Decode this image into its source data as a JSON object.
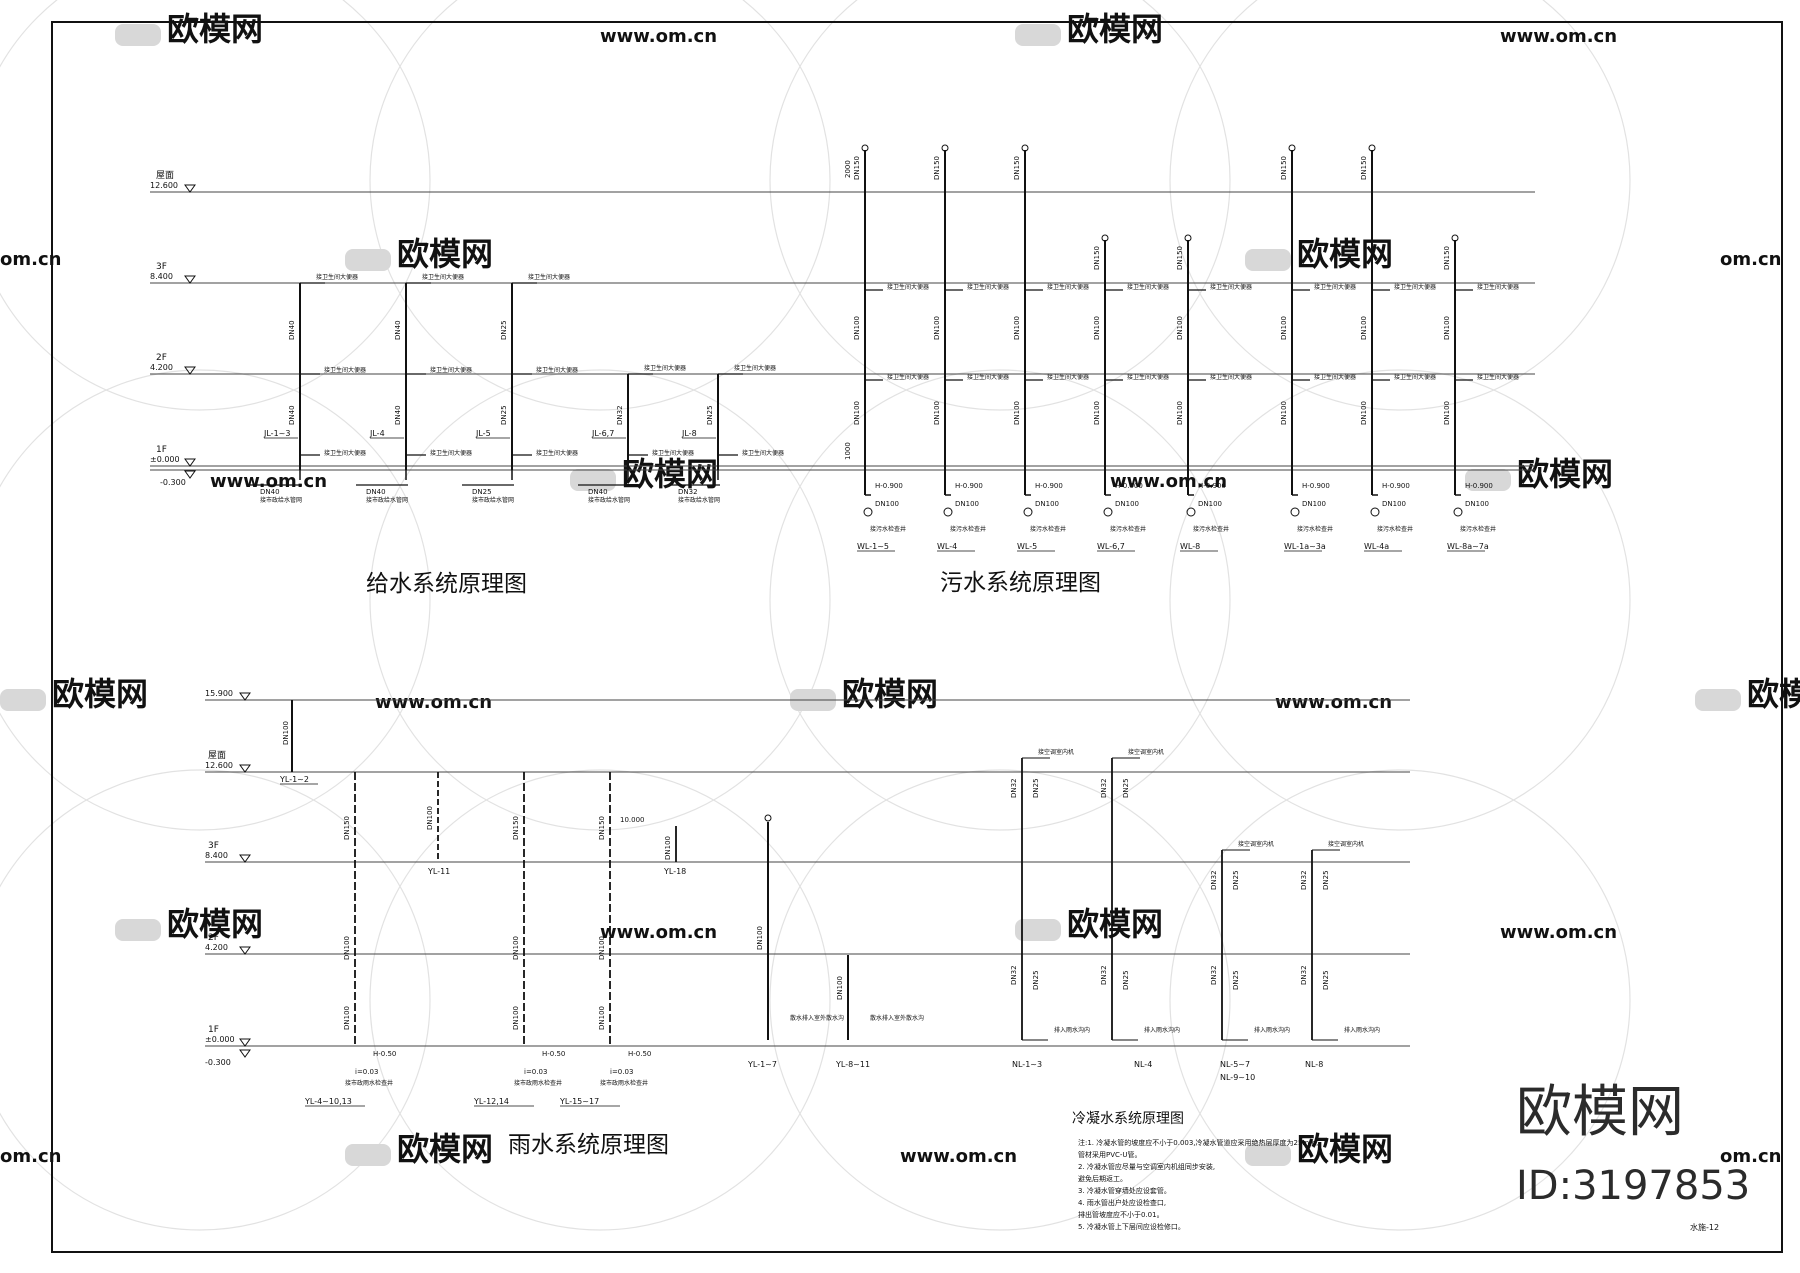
{
  "titles": {
    "supply": "给水系统原理图",
    "sewage": "污水系统原理图",
    "rain": "雨水系统原理图",
    "condensate": "冷凝水系统原理图"
  },
  "watermark": {
    "brand": "欧模网",
    "site": "www.om.cn",
    "site_short": "om.cn",
    "id": "ID:3197853"
  },
  "levels_top": [
    {
      "name": "屋面",
      "elev": "12.600"
    },
    {
      "name": "3F",
      "elev": "8.400"
    },
    {
      "name": "2F",
      "elev": "4.200"
    },
    {
      "name": "1F",
      "elev": "±0.000"
    }
  ],
  "levels_top_extra": "-0.300",
  "levels_bottom": [
    {
      "name": "",
      "elev": "15.900"
    },
    {
      "name": "屋面",
      "elev": "12.600"
    },
    {
      "name": "3F",
      "elev": "8.400"
    },
    {
      "name": "2F",
      "elev": "4.200"
    },
    {
      "name": "1F",
      "elev": "±0.000"
    }
  ],
  "levels_bottom_extra": "-0.300",
  "supply": {
    "risers": [
      "JL-1~3",
      "JL-4",
      "JL-5",
      "JL-6,7",
      "JL-8"
    ],
    "main_sizes": [
      "DN40",
      "DN40",
      "DN25",
      "DN40",
      "DN32"
    ],
    "upper_sizes": [
      "DN40",
      "DN40",
      "DN25"
    ],
    "lower_sizes": [
      "DN40",
      "DN40",
      "DN25",
      "DN32",
      "DN25"
    ],
    "branch_note": "接卫生间大便器",
    "inlet_note": "接市政给水管网"
  },
  "sewage": {
    "risers": [
      "WL-1~5",
      "WL-4",
      "WL-5",
      "WL-6,7",
      "WL-8",
      "WL-1a~3a",
      "WL-4a",
      "WL-8a~7a"
    ],
    "top_size": "DN150",
    "mid_size": "DN100",
    "low_size": "DN100",
    "outlet_size": "DN100",
    "outlet_elev": "H-0.900",
    "branch_note": "接卫生间大便器",
    "outlet_note": "接污水检查井",
    "vent_height": "2000",
    "ground_height": "1000"
  },
  "rain": {
    "risers": [
      "YL-1~2",
      "YL-11",
      "YL-18",
      "YL-4~10,13",
      "YL-12,14",
      "YL-15~17",
      "YL-1~7",
      "YL-8~11"
    ],
    "size_main": "DN100",
    "size_top": "DN150",
    "outlet_elev": "H-0.50",
    "roof_elev": "10.000",
    "note_outlet": "接市政雨水检查井",
    "note_scatter": "散水排入室外散水沟",
    "slope": "i=0.03"
  },
  "condensate": {
    "risers": [
      "NL-1~3",
      "NL-4",
      "NL-5~7",
      "NL-9~10",
      "NL-8"
    ],
    "size_a": "DN32",
    "size_b": "DN25",
    "note_top": "接空调室内机",
    "note_bottom": "排入雨水沟内"
  },
  "notes": [
    "注:1. 冷凝水管的坡度应不小于0.003,冷凝水管道应采用绝热层厚度为25mm,",
    "   管材采用PVC-U管。",
    "2. 冷凝水管应尽量与空调室内机组同步安装,",
    "   避免后期返工。",
    "3. 冷凝水管穿墙处应设套管。",
    "4. 雨水管出户处应设检查口,",
    "   排出管坡度应不小于0.01。",
    "5. 冷凝水管上下层间应设检修口。"
  ],
  "sheet_no": "水施-12"
}
